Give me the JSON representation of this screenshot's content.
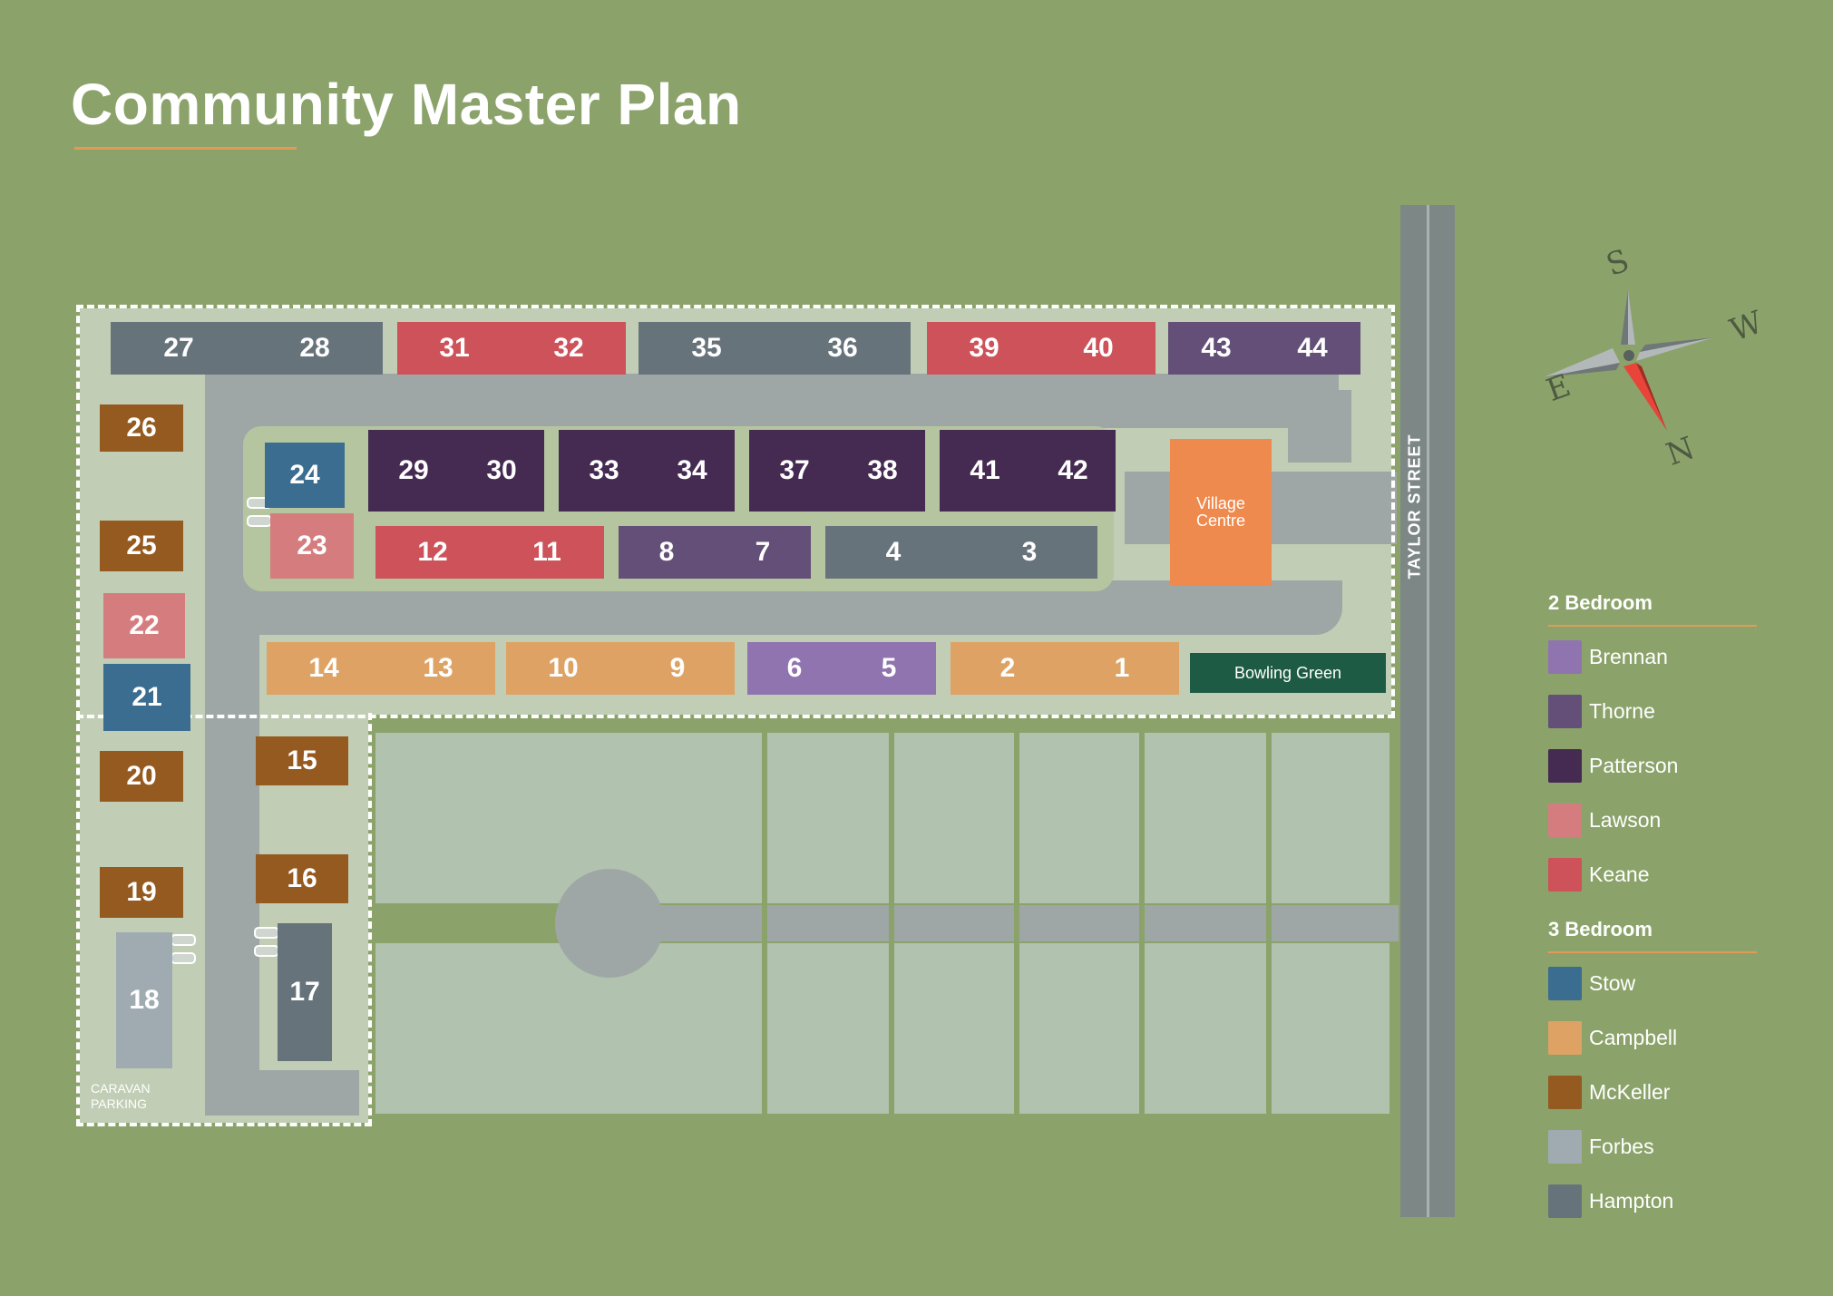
{
  "title": "Community Master Plan",
  "street_label": "TAYLOR STREET",
  "caravan_label": "CARAVAN PARKING",
  "village_centre_label": "Village Centre",
  "bowling_green_label": "Bowling Green",
  "compass": {
    "s": "S",
    "w": "W",
    "e": "E",
    "n": "N"
  },
  "legend": {
    "two_bed_heading": "2 Bedroom",
    "three_bed_heading": "3 Bedroom",
    "two_bed": [
      {
        "key": "brennan",
        "label": "Brennan",
        "color": "#8f74b0"
      },
      {
        "key": "thorne",
        "label": "Thorne",
        "color": "#634f78"
      },
      {
        "key": "patterson",
        "label": "Patterson",
        "color": "#452a52"
      },
      {
        "key": "lawson",
        "label": "Lawson",
        "color": "#d57d7e"
      },
      {
        "key": "keane",
        "label": "Keane",
        "color": "#cd5259"
      }
    ],
    "three_bed": [
      {
        "key": "stow",
        "label": "Stow",
        "color": "#3a6d90"
      },
      {
        "key": "campbell",
        "label": "Campbell",
        "color": "#dea364"
      },
      {
        "key": "mckeller",
        "label": "McKeller",
        "color": "#955a1f"
      },
      {
        "key": "forbes",
        "label": "Forbes",
        "color": "#9fabb1"
      },
      {
        "key": "hampton",
        "label": "Hampton",
        "color": "#67737a"
      }
    ]
  },
  "lots": [
    {
      "num": "27",
      "type": "hampton"
    },
    {
      "num": "28",
      "type": "hampton"
    },
    {
      "num": "31",
      "type": "keane"
    },
    {
      "num": "32",
      "type": "keane"
    },
    {
      "num": "35",
      "type": "hampton"
    },
    {
      "num": "36",
      "type": "hampton"
    },
    {
      "num": "39",
      "type": "keane"
    },
    {
      "num": "40",
      "type": "keane"
    },
    {
      "num": "43",
      "type": "thorne"
    },
    {
      "num": "44",
      "type": "thorne"
    },
    {
      "num": "29",
      "type": "patterson"
    },
    {
      "num": "30",
      "type": "patterson"
    },
    {
      "num": "33",
      "type": "patterson"
    },
    {
      "num": "34",
      "type": "patterson"
    },
    {
      "num": "37",
      "type": "patterson"
    },
    {
      "num": "38",
      "type": "patterson"
    },
    {
      "num": "41",
      "type": "patterson"
    },
    {
      "num": "42",
      "type": "patterson"
    },
    {
      "num": "12",
      "type": "keane"
    },
    {
      "num": "11",
      "type": "keane"
    },
    {
      "num": "8",
      "type": "thorne"
    },
    {
      "num": "7",
      "type": "thorne"
    },
    {
      "num": "4",
      "type": "hampton"
    },
    {
      "num": "3",
      "type": "hampton"
    },
    {
      "num": "14",
      "type": "campbell"
    },
    {
      "num": "13",
      "type": "campbell"
    },
    {
      "num": "10",
      "type": "campbell"
    },
    {
      "num": "9",
      "type": "campbell"
    },
    {
      "num": "6",
      "type": "brennan"
    },
    {
      "num": "5",
      "type": "brennan"
    },
    {
      "num": "2",
      "type": "campbell"
    },
    {
      "num": "1",
      "type": "campbell"
    },
    {
      "num": "26",
      "type": "mckeller"
    },
    {
      "num": "25",
      "type": "mckeller"
    },
    {
      "num": "24",
      "type": "stow"
    },
    {
      "num": "23",
      "type": "lawson"
    },
    {
      "num": "22",
      "type": "lawson"
    },
    {
      "num": "21",
      "type": "stow"
    },
    {
      "num": "20",
      "type": "mckeller"
    },
    {
      "num": "19",
      "type": "mckeller"
    },
    {
      "num": "15",
      "type": "mckeller"
    },
    {
      "num": "16",
      "type": "mckeller"
    },
    {
      "num": "18",
      "type": "forbes"
    },
    {
      "num": "17",
      "type": "hampton"
    }
  ],
  "colors": {
    "background": "#8ba36a",
    "road": "#9ea7a6",
    "village_centre": "#ef8a4f",
    "bowling_green": "#1e5b45",
    "accent": "#e39a55",
    "compass_red": "#e8443a"
  }
}
